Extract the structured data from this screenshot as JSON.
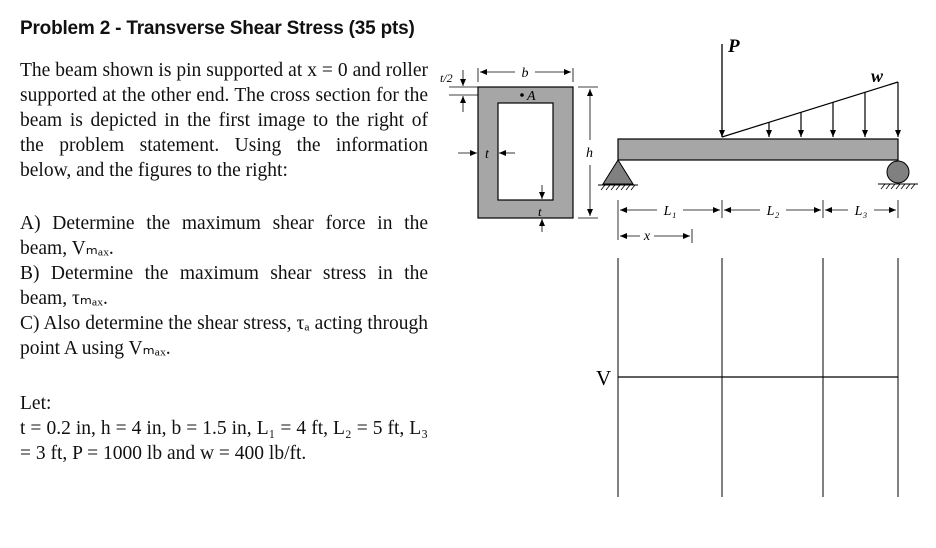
{
  "title": "Problem 2 - Transverse Shear Stress (35 pts)",
  "statement": "The beam shown is pin supported at x = 0 and roller supported at the other end.  The cross section for the beam is depicted in the first image to the right of the problem statement. Using the information below, and the figures to the right:",
  "parts": {
    "a": "A) Determine the maximum shear force in the beam, Vₘₐₓ.",
    "b": "B) Determine the maximum shear stress in the beam, τₘₐₓ.",
    "c": "C) Also determine the shear stress, τₐ acting through point A using Vₘₐₓ."
  },
  "let_label": "Let:",
  "givens": "t = 0.2 in, h = 4 in, b = 1.5 in, L₁ = 4 ft, L₂ = 5 ft, L₃ = 3 ft, P = 1000 lb and w = 400 lb/ft.",
  "section_labels": {
    "t_half": "t/2",
    "b": "b",
    "A": "A",
    "t_side": "t",
    "h": "h",
    "t_bottom": "t"
  },
  "beam_labels": {
    "P": "P",
    "w": "w",
    "L1": "L₁",
    "L2": "L₂",
    "L3": "L₃",
    "x": "x"
  },
  "diagram_labels": {
    "V": "V"
  },
  "colors": {
    "section_fill": "#a6a6a6",
    "beam_fill": "#a6a6a6",
    "line": "#000000"
  }
}
